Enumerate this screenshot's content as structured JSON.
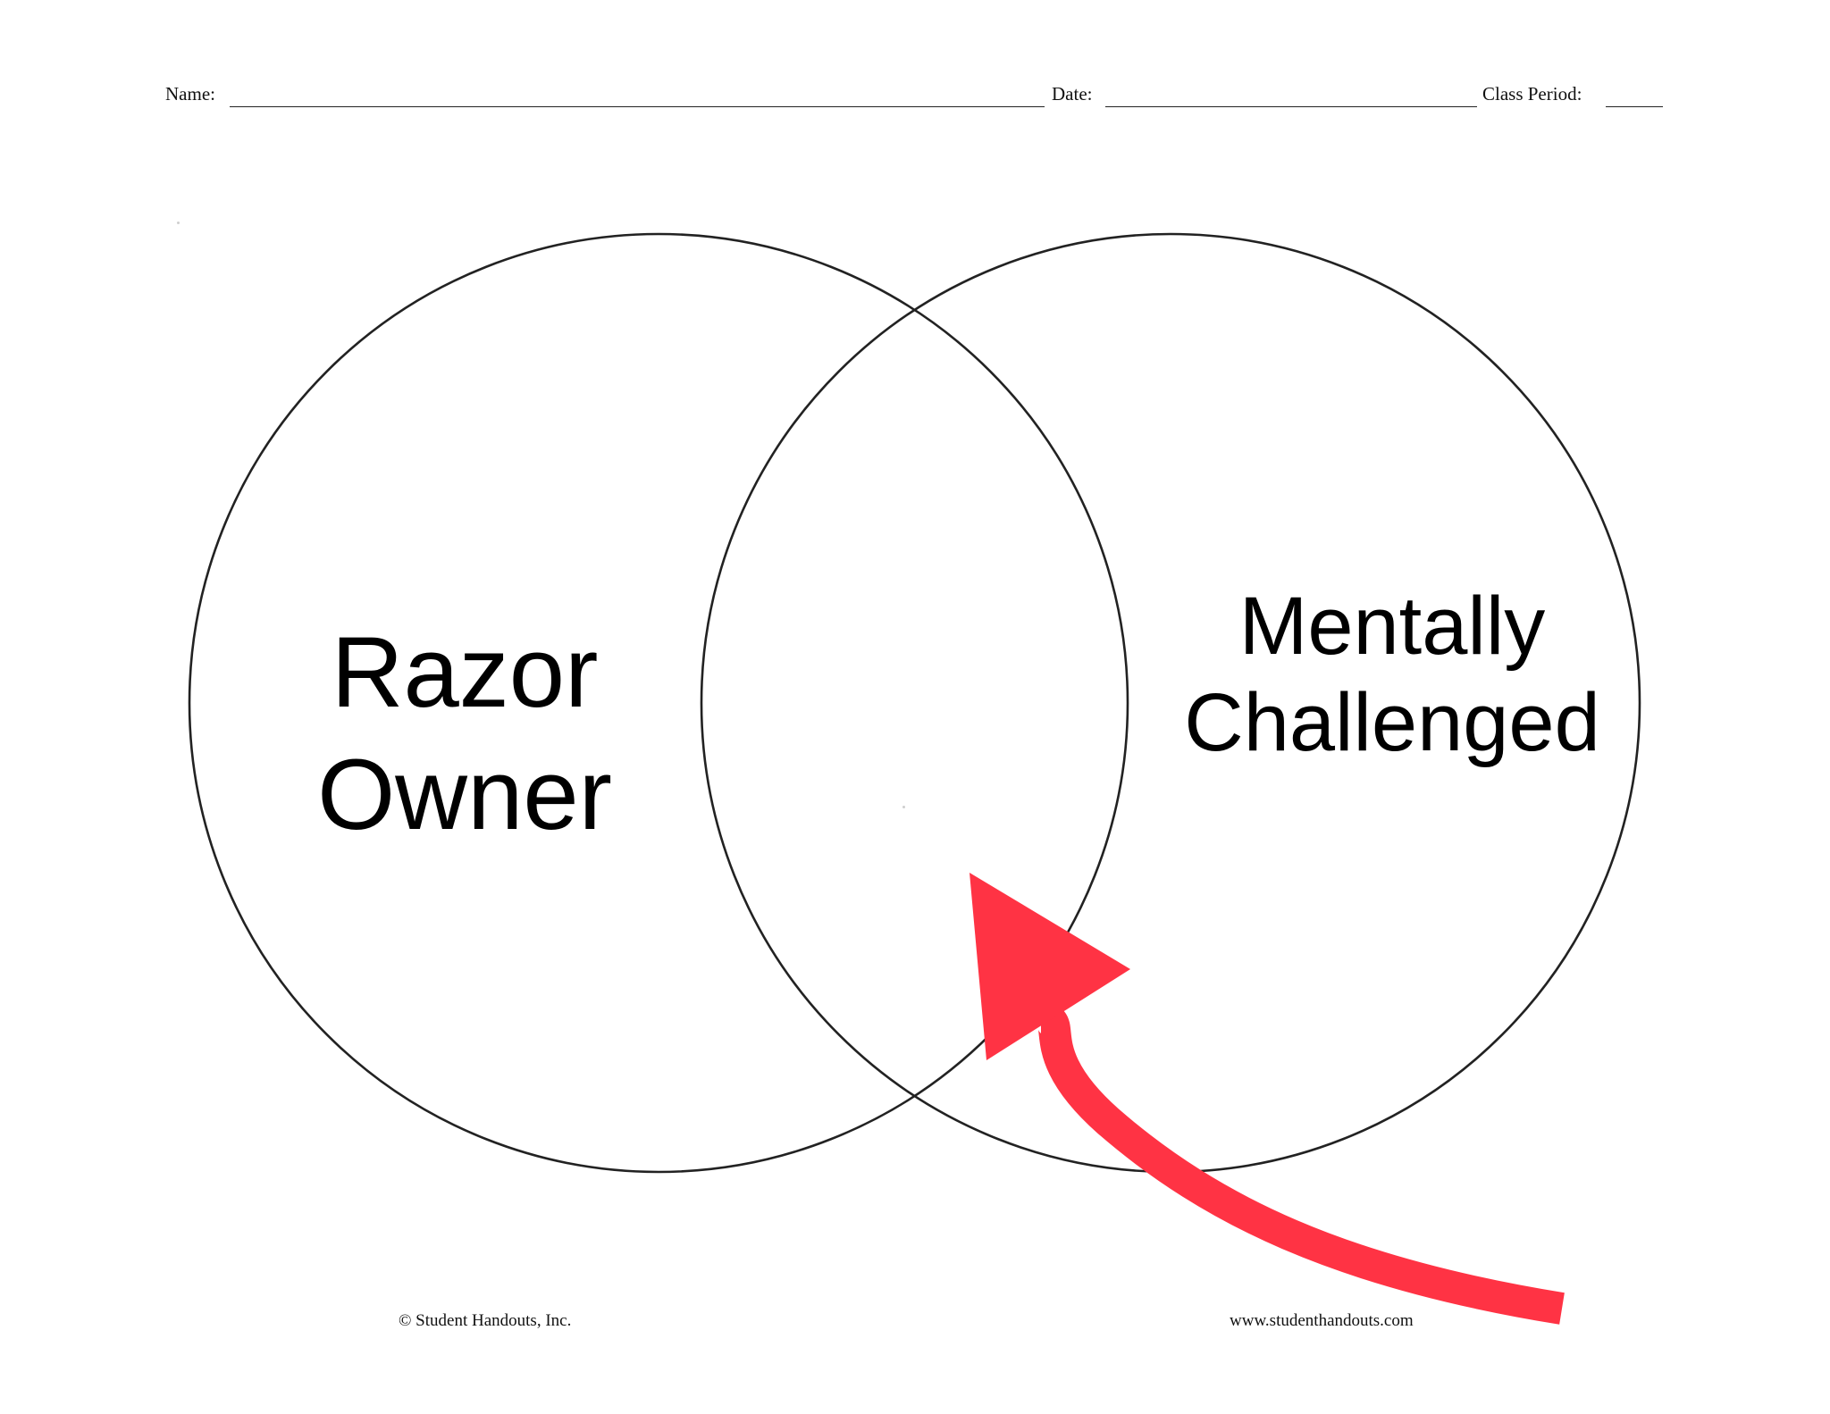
{
  "header": {
    "name_label": "Name:",
    "date_label": "Date:",
    "class_period_label": "Class Period:"
  },
  "venn": {
    "left_label": [
      "Razor",
      "Owner"
    ],
    "right_label": [
      "Mentally",
      "Challenged"
    ],
    "circle_stroke": "#222222"
  },
  "annotation": {
    "arrow_color": "#FF3344",
    "arrow_icon": "curved-arrow-icon"
  },
  "footer": {
    "copyright": "© Student Handouts, Inc.",
    "website": "www.studenthandouts.com"
  }
}
